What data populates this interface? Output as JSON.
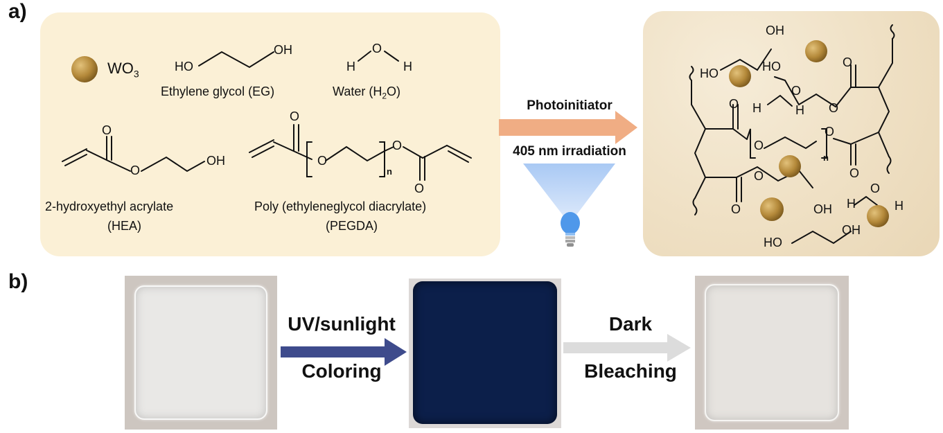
{
  "panel_a": {
    "label": "a)",
    "reactants": {
      "wo3_label": "WO",
      "wo3_sub": "3",
      "eg_name": "Ethylene glycol (EG)",
      "water_name_prefix": "Water (H",
      "water_name_sub": "2",
      "water_name_suffix": "O)",
      "hea_name_line1": "2-hydroxyethyl acrylate",
      "hea_name_line2": "(HEA)",
      "pegda_name_line1": "Poly (ethyleneglycol diacrylate)",
      "pegda_name_line2": "(PEGDA)"
    },
    "atoms": {
      "oh": "OH",
      "ho": "HO",
      "h": "H",
      "o": "O",
      "n": "n"
    },
    "arrow": {
      "top_label": "Photoinitiator",
      "bottom_label": "405 nm irradiation"
    },
    "colors": {
      "panel_bg": "#fbf0d6",
      "arrow": "#f0ad84",
      "light_cone": "#a9c9f4",
      "bulb": "#4f98ea",
      "particle": "#b4893a"
    }
  },
  "panel_b": {
    "label": "b)",
    "step1_top": "UV/sunlight",
    "step1_bottom": "Coloring",
    "step2_top": "Dark",
    "step2_bottom": "Bleaching",
    "colors": {
      "coloring_arrow": "#3e4b8c",
      "bleaching_arrow": "#dcdcdc",
      "colored_sample": "#0c1f4a"
    }
  }
}
